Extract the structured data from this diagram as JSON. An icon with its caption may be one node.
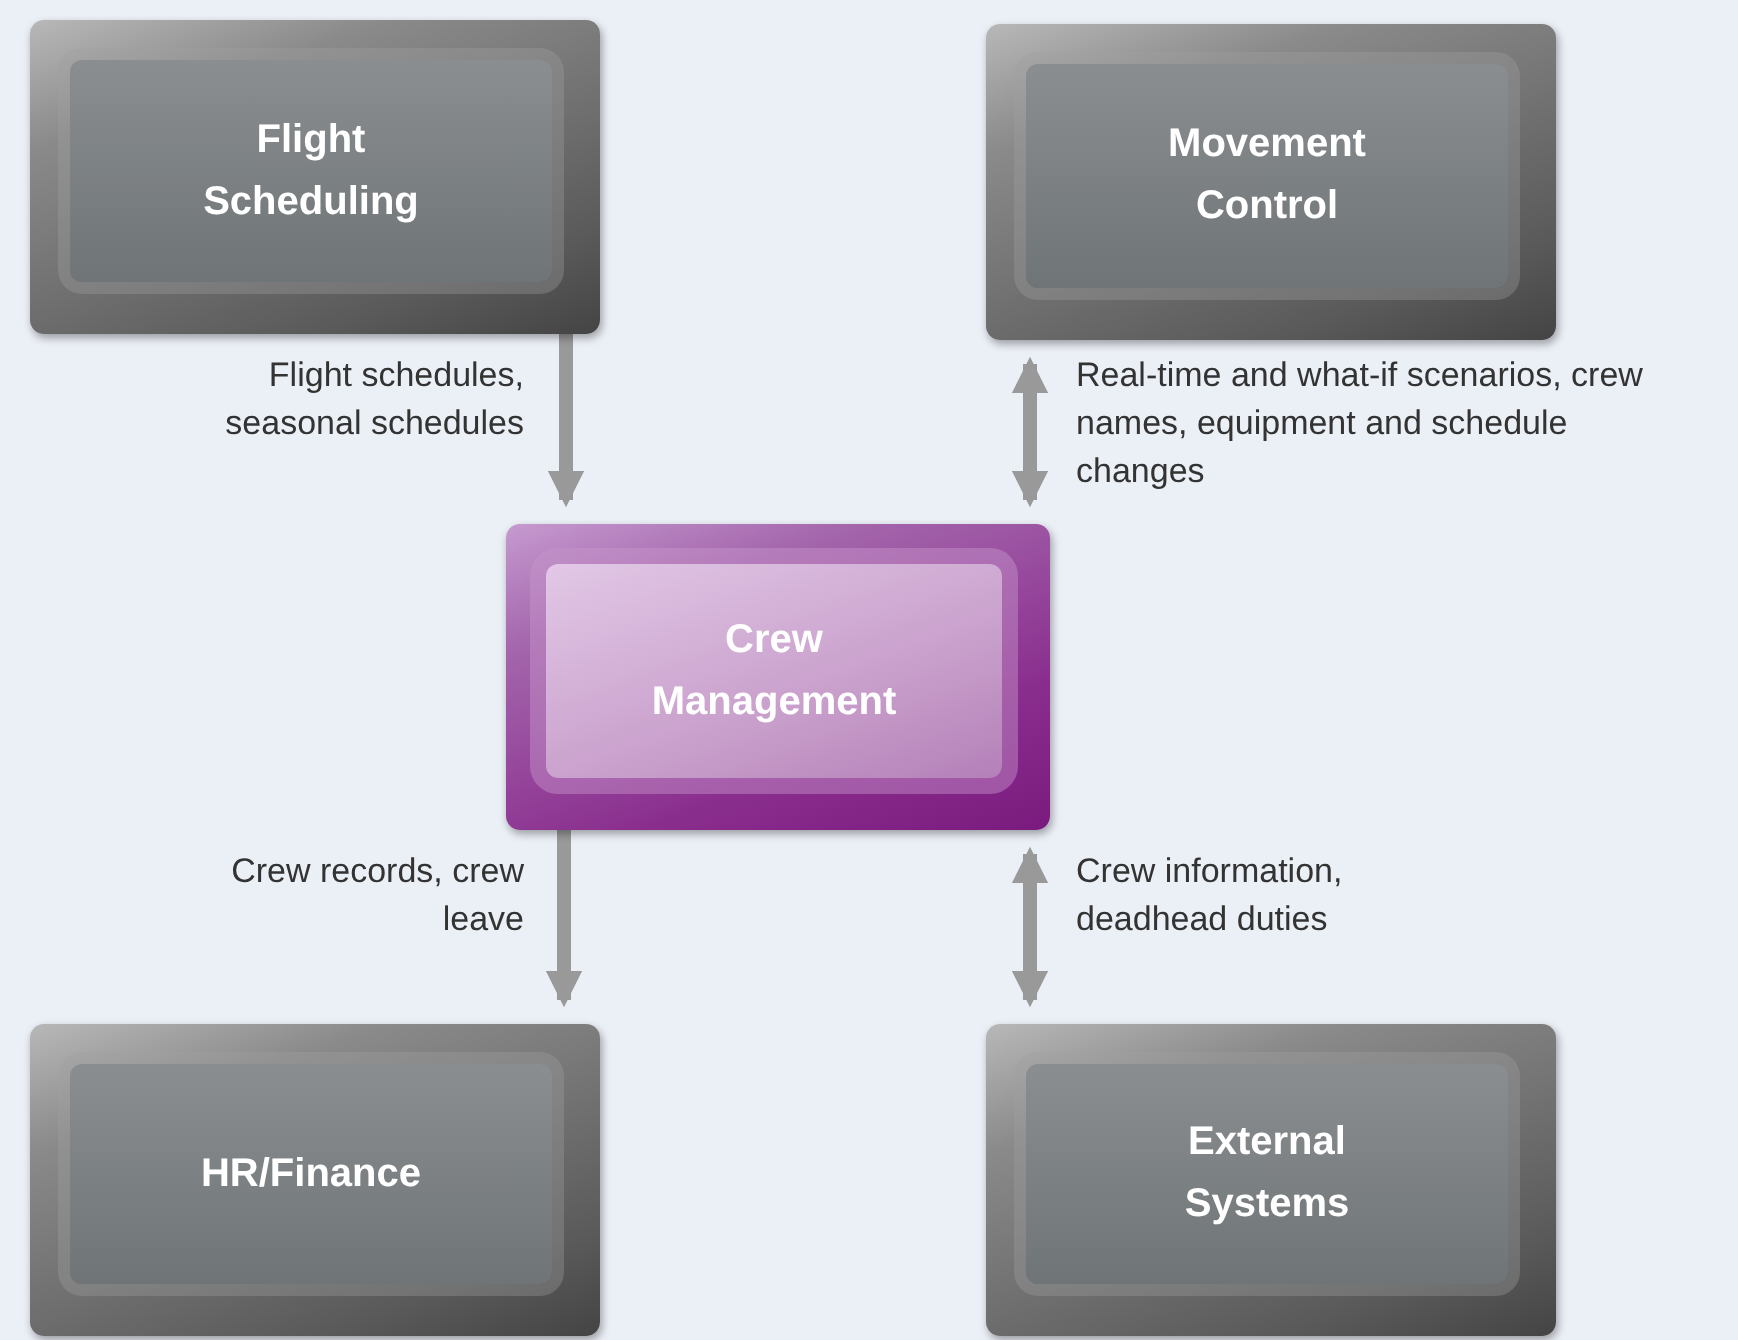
{
  "diagram": {
    "nodes": [
      {
        "text": [
          "Flight Scheduling"
        ]
      },
      {
        "text": [
          "Movement Control"
        ]
      },
      {
        "text": [
          "Crew Management"
        ]
      },
      {
        "text": [
          "HR/Finance"
        ]
      },
      {
        "text": [
          "External Systems"
        ]
      }
    ],
    "edges": [
      {
        "from": 0,
        "to": 2,
        "arrow": "to",
        "label": "Flight schedules, seasonal schedules"
      },
      {
        "from": 1,
        "to": 2,
        "arrow": "both",
        "label": "Real-time and what-if scenarios, crew names, equipment and schedule changes"
      },
      {
        "from": 2,
        "to": 3,
        "arrow": "to",
        "label": "Crew records, crew leave"
      },
      {
        "from": 2,
        "to": 4,
        "arrow": "both",
        "label": "Crew information, deadhead duties"
      }
    ]
  }
}
